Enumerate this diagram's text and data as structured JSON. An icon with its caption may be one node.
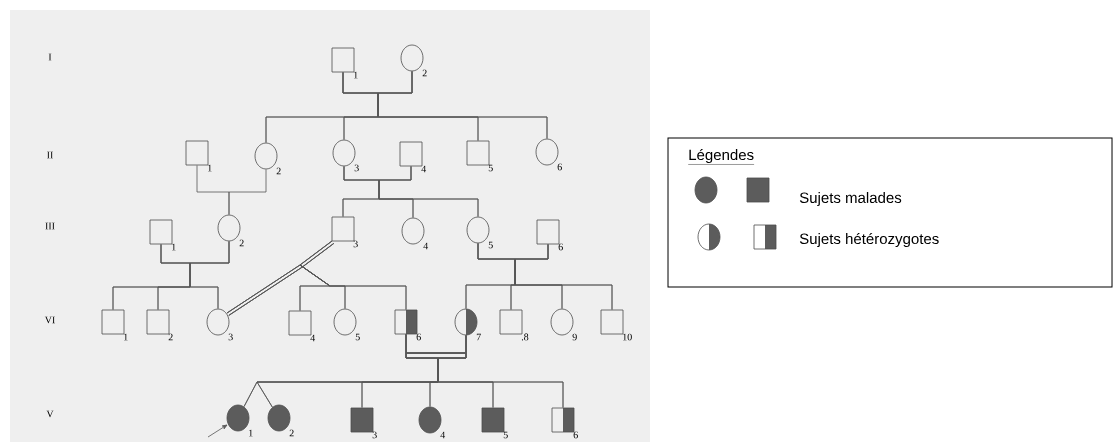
{
  "diagram": {
    "nodes": [
      {
        "text": [],
        "shape": "box",
        "beside": [
          "1"
        ]
      },
      {
        "text": [],
        "shape": "circle",
        "beside": [
          "2"
        ]
      },
      {
        "text": [],
        "shape": "box",
        "beside": [
          "1"
        ]
      },
      {
        "text": [],
        "shape": "circle",
        "beside": [
          "2"
        ]
      },
      {
        "text": [],
        "shape": "circle",
        "beside": [
          "3"
        ]
      },
      {
        "text": [],
        "shape": "box",
        "beside": [
          "4"
        ]
      },
      {
        "text": [],
        "shape": "box",
        "beside": [
          "5"
        ]
      },
      {
        "text": [],
        "shape": "circle",
        "beside": [
          "6"
        ]
      },
      {
        "text": [],
        "shape": "box",
        "beside": [
          "1"
        ]
      },
      {
        "text": [],
        "shape": "circle",
        "beside": [
          "2"
        ]
      },
      {
        "text": [],
        "shape": "box",
        "beside": [
          "3"
        ]
      },
      {
        "text": [],
        "shape": "circle",
        "beside": [
          "4"
        ]
      },
      {
        "text": [],
        "shape": "circle",
        "beside": [
          "5"
        ]
      },
      {
        "text": [],
        "shape": "box",
        "beside": [
          "6"
        ]
      },
      {
        "text": [],
        "shape": "box",
        "beside": [
          "1"
        ]
      },
      {
        "text": [],
        "shape": "box",
        "beside": [
          "2"
        ]
      },
      {
        "text": [],
        "shape": "circle",
        "beside": [
          "3"
        ]
      },
      {
        "text": [],
        "shape": "box",
        "beside": [
          "4"
        ]
      },
      {
        "text": [],
        "shape": "circle",
        "beside": [
          "5"
        ]
      },
      {
        "text": [],
        "shape": "half-filled-box",
        "beside": [
          "6"
        ]
      },
      {
        "text": [],
        "shape": "half-filled-circle",
        "beside": [
          "7"
        ]
      },
      {
        "text": [],
        "shape": "box",
        "beside": [
          ".8"
        ]
      },
      {
        "text": [],
        "shape": "circle",
        "beside": [
          "9"
        ]
      },
      {
        "text": [],
        "shape": "box",
        "beside": [
          "10"
        ]
      },
      {
        "text": [],
        "shape": "filled-circle",
        "beside": [
          "1"
        ]
      },
      {
        "text": [],
        "shape": "filled-circle",
        "beside": [
          "2"
        ]
      },
      {
        "text": [],
        "shape": "filled-box",
        "beside": [
          "3"
        ]
      },
      {
        "text": [],
        "shape": "filled-circle",
        "beside": [
          "4"
        ]
      },
      {
        "text": [],
        "shape": "filled-box",
        "beside": [
          "5"
        ]
      },
      {
        "text": [],
        "shape": "half-filled-box",
        "beside": [
          "6"
        ]
      }
    ],
    "edges": [
      {
        "from": 0,
        "to": 3,
        "arrow": "none"
      },
      {
        "from": 0,
        "to": 4,
        "arrow": "none"
      },
      {
        "from": 0,
        "to": 6,
        "arrow": "none"
      },
      {
        "from": 0,
        "to": 7,
        "arrow": "none"
      },
      {
        "from": 1,
        "to": 3,
        "arrow": "none"
      },
      {
        "from": 1,
        "to": 4,
        "arrow": "none"
      },
      {
        "from": 1,
        "to": 6,
        "arrow": "none"
      },
      {
        "from": 1,
        "to": 7,
        "arrow": "none"
      },
      {
        "from": 2,
        "to": 9,
        "arrow": "none"
      },
      {
        "from": 3,
        "to": 9,
        "arrow": "none"
      },
      {
        "from": 4,
        "to": 10,
        "arrow": "none"
      },
      {
        "from": 4,
        "to": 11,
        "arrow": "none"
      },
      {
        "from": 4,
        "to": 12,
        "arrow": "none"
      },
      {
        "from": 5,
        "to": 10,
        "arrow": "none"
      },
      {
        "from": 5,
        "to": 11,
        "arrow": "none"
      },
      {
        "from": 5,
        "to": 12,
        "arrow": "none"
      },
      {
        "from": 8,
        "to": 14,
        "arrow": "none"
      },
      {
        "from": 8,
        "to": 15,
        "arrow": "none"
      },
      {
        "from": 8,
        "to": 16,
        "arrow": "none"
      },
      {
        "from": 9,
        "to": 14,
        "arrow": "none"
      },
      {
        "from": 9,
        "to": 15,
        "arrow": "none"
      },
      {
        "from": 9,
        "to": 16,
        "arrow": "none"
      },
      {
        "from": 10,
        "to": 17,
        "arrow": "none"
      },
      {
        "from": 10,
        "to": 18,
        "arrow": "none"
      },
      {
        "from": 10,
        "to": 19,
        "arrow": "none"
      },
      {
        "from": 16,
        "to": 17,
        "arrow": "none"
      },
      {
        "from": 16,
        "to": 18,
        "arrow": "none"
      },
      {
        "from": 16,
        "to": 19,
        "arrow": "none"
      },
      {
        "from": 12,
        "to": 20,
        "arrow": "none"
      },
      {
        "from": 12,
        "to": 21,
        "arrow": "none"
      },
      {
        "from": 12,
        "to": 22,
        "arrow": "none"
      },
      {
        "from": 12,
        "to": 23,
        "arrow": "none"
      },
      {
        "from": 13,
        "to": 20,
        "arrow": "none"
      },
      {
        "from": 13,
        "to": 21,
        "arrow": "none"
      },
      {
        "from": 13,
        "to": 22,
        "arrow": "none"
      },
      {
        "from": 13,
        "to": 23,
        "arrow": "none"
      },
      {
        "from": 19,
        "to": 24,
        "arrow": "none"
      },
      {
        "from": 19,
        "to": 25,
        "arrow": "none"
      },
      {
        "from": 19,
        "to": 26,
        "arrow": "none"
      },
      {
        "from": 19,
        "to": 27,
        "arrow": "none"
      },
      {
        "from": 19,
        "to": 28,
        "arrow": "none"
      },
      {
        "from": 19,
        "to": 29,
        "arrow": "none"
      },
      {
        "from": 20,
        "to": 24,
        "arrow": "none"
      },
      {
        "from": 20,
        "to": 25,
        "arrow": "none"
      },
      {
        "from": 20,
        "to": 26,
        "arrow": "none"
      },
      {
        "from": 20,
        "to": 27,
        "arrow": "none"
      },
      {
        "from": 20,
        "to": 28,
        "arrow": "none"
      },
      {
        "from": 20,
        "to": 29,
        "arrow": "none"
      },
      {
        "from": null,
        "to": 24,
        "arrow": "to"
      }
    ],
    "labels": [
      "I",
      "II",
      "III",
      "VI",
      "V",
      "Légendes"
    ],
    "legend": [
      {
        "text": "Sujets malades"
      },
      {
        "text": "Sujets hétérozygotes"
      }
    ]
  }
}
